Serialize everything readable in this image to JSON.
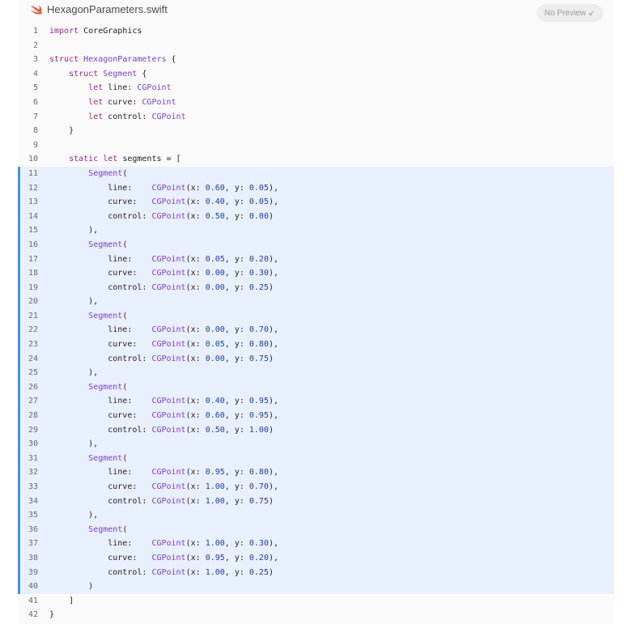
{
  "header": {
    "file_name": "HexagonParameters.swift",
    "preview_label": "No Preview",
    "preview_icon": "arrow-down-left-icon",
    "file_icon": "swift-icon"
  },
  "colors": {
    "keyword": "#9b2393",
    "type": "#7a3ec8",
    "number": "#1c3aa9",
    "highlight_bg": "#e9f0fd",
    "highlight_bar": "#4a90e2"
  },
  "code": {
    "highlight_range": [
      11,
      40
    ],
    "lines": [
      {
        "n": "1",
        "t": "import CoreGraphics"
      },
      {
        "n": "2",
        "t": ""
      },
      {
        "n": "3",
        "t": "struct HexagonParameters {"
      },
      {
        "n": "4",
        "t": "    struct Segment {"
      },
      {
        "n": "5",
        "t": "        let line: CGPoint"
      },
      {
        "n": "6",
        "t": "        let curve: CGPoint"
      },
      {
        "n": "7",
        "t": "        let control: CGPoint"
      },
      {
        "n": "8",
        "t": "    }"
      },
      {
        "n": "9",
        "t": ""
      },
      {
        "n": "10",
        "t": "    static let segments = ["
      },
      {
        "n": "11",
        "t": "        Segment("
      },
      {
        "n": "12",
        "t": "            line:    CGPoint(x: 0.60, y: 0.05),"
      },
      {
        "n": "13",
        "t": "            curve:   CGPoint(x: 0.40, y: 0.05),"
      },
      {
        "n": "14",
        "t": "            control: CGPoint(x: 0.50, y: 0.00)"
      },
      {
        "n": "15",
        "t": "        ),"
      },
      {
        "n": "16",
        "t": "        Segment("
      },
      {
        "n": "17",
        "t": "            line:    CGPoint(x: 0.05, y: 0.20),"
      },
      {
        "n": "18",
        "t": "            curve:   CGPoint(x: 0.00, y: 0.30),"
      },
      {
        "n": "19",
        "t": "            control: CGPoint(x: 0.00, y: 0.25)"
      },
      {
        "n": "20",
        "t": "        ),"
      },
      {
        "n": "21",
        "t": "        Segment("
      },
      {
        "n": "22",
        "t": "            line:    CGPoint(x: 0.00, y: 0.70),"
      },
      {
        "n": "23",
        "t": "            curve:   CGPoint(x: 0.05, y: 0.80),"
      },
      {
        "n": "24",
        "t": "            control: CGPoint(x: 0.00, y: 0.75)"
      },
      {
        "n": "25",
        "t": "        ),"
      },
      {
        "n": "26",
        "t": "        Segment("
      },
      {
        "n": "27",
        "t": "            line:    CGPoint(x: 0.40, y: 0.95),"
      },
      {
        "n": "28",
        "t": "            curve:   CGPoint(x: 0.60, y: 0.95),"
      },
      {
        "n": "29",
        "t": "            control: CGPoint(x: 0.50, y: 1.00)"
      },
      {
        "n": "30",
        "t": "        ),"
      },
      {
        "n": "31",
        "t": "        Segment("
      },
      {
        "n": "32",
        "t": "            line:    CGPoint(x: 0.95, y: 0.80),"
      },
      {
        "n": "33",
        "t": "            curve:   CGPoint(x: 1.00, y: 0.70),"
      },
      {
        "n": "34",
        "t": "            control: CGPoint(x: 1.00, y: 0.75)"
      },
      {
        "n": "35",
        "t": "        ),"
      },
      {
        "n": "36",
        "t": "        Segment("
      },
      {
        "n": "37",
        "t": "            line:    CGPoint(x: 1.00, y: 0.30),"
      },
      {
        "n": "38",
        "t": "            curve:   CGPoint(x: 0.95, y: 0.20),"
      },
      {
        "n": "39",
        "t": "            control: CGPoint(x: 1.00, y: 0.25)"
      },
      {
        "n": "40",
        "t": "        )"
      },
      {
        "n": "41",
        "t": "    ]"
      },
      {
        "n": "42",
        "t": "}"
      }
    ]
  }
}
